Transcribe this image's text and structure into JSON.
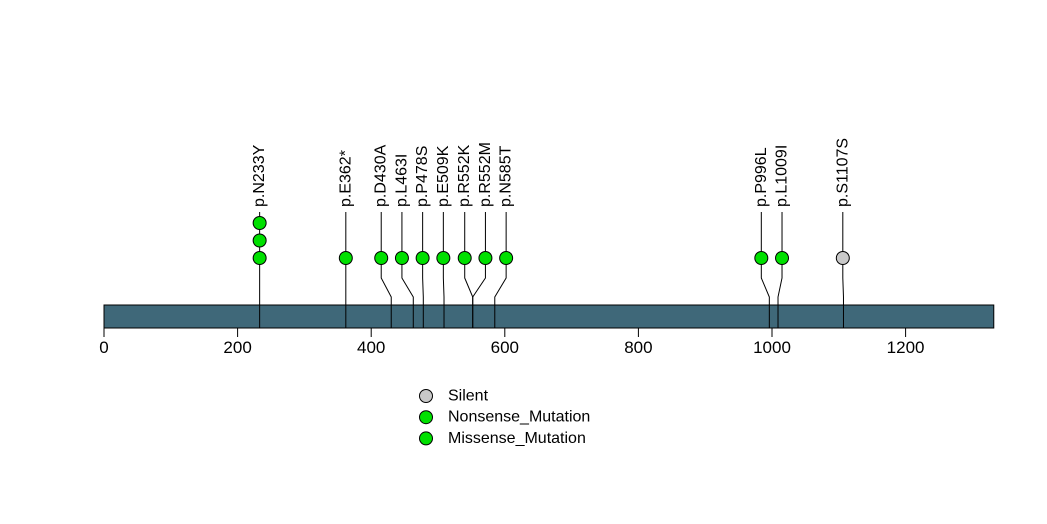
{
  "figure": {
    "background_color": "#ffffff",
    "description": "Protein lollipop mutation plot"
  },
  "chart_data": {
    "type": "lollipop",
    "title": "",
    "xlabel": "",
    "ylabel": "",
    "axis": {
      "min": 0,
      "max": 1332,
      "ticks": [
        0,
        200,
        400,
        600,
        800,
        1000,
        1200
      ],
      "grid": false
    },
    "protein_bar": {
      "start": 0,
      "end": 1332,
      "color": "#3f6879",
      "border_color": "#000000"
    },
    "mutation_type_colors": {
      "Silent": "#c9c9c9",
      "Nonsense_Mutation": "#00e000",
      "Missense_Mutation": "#00e000"
    },
    "mutations": [
      {
        "label": "p.N233Y",
        "position": 233,
        "label_position": 233,
        "count": 3,
        "type": "Missense_Mutation"
      },
      {
        "label": "p.E362*",
        "position": 362,
        "label_position": 362,
        "count": 1,
        "type": "Nonsense_Mutation"
      },
      {
        "label": "p.D430A",
        "position": 430,
        "label_position": 415,
        "count": 1,
        "type": "Missense_Mutation"
      },
      {
        "label": "p.L463I",
        "position": 463,
        "label_position": 446,
        "count": 1,
        "type": "Missense_Mutation"
      },
      {
        "label": "p.P478S",
        "position": 478,
        "label_position": 477,
        "count": 1,
        "type": "Missense_Mutation"
      },
      {
        "label": "p.E509K",
        "position": 509,
        "label_position": 508,
        "count": 1,
        "type": "Missense_Mutation"
      },
      {
        "label": "p.R552K",
        "position": 552,
        "label_position": 540,
        "count": 1,
        "type": "Missense_Mutation"
      },
      {
        "label": "p.R552M",
        "position": 552,
        "label_position": 571,
        "count": 1,
        "type": "Missense_Mutation"
      },
      {
        "label": "p.N585T",
        "position": 585,
        "label_position": 602,
        "count": 1,
        "type": "Missense_Mutation"
      },
      {
        "label": "p.P996L",
        "position": 996,
        "label_position": 984,
        "count": 1,
        "type": "Missense_Mutation"
      },
      {
        "label": "p.L1009I",
        "position": 1009,
        "label_position": 1015,
        "count": 1,
        "type": "Missense_Mutation"
      },
      {
        "label": "p.S1107S",
        "position": 1107,
        "label_position": 1106,
        "count": 1,
        "type": "Silent"
      }
    ],
    "legend": {
      "position": "bottom-center",
      "items": [
        {
          "label": "Silent",
          "type": "Silent"
        },
        {
          "label": "Nonsense_Mutation",
          "type": "Nonsense_Mutation"
        },
        {
          "label": "Missense_Mutation",
          "type": "Missense_Mutation"
        }
      ]
    }
  }
}
